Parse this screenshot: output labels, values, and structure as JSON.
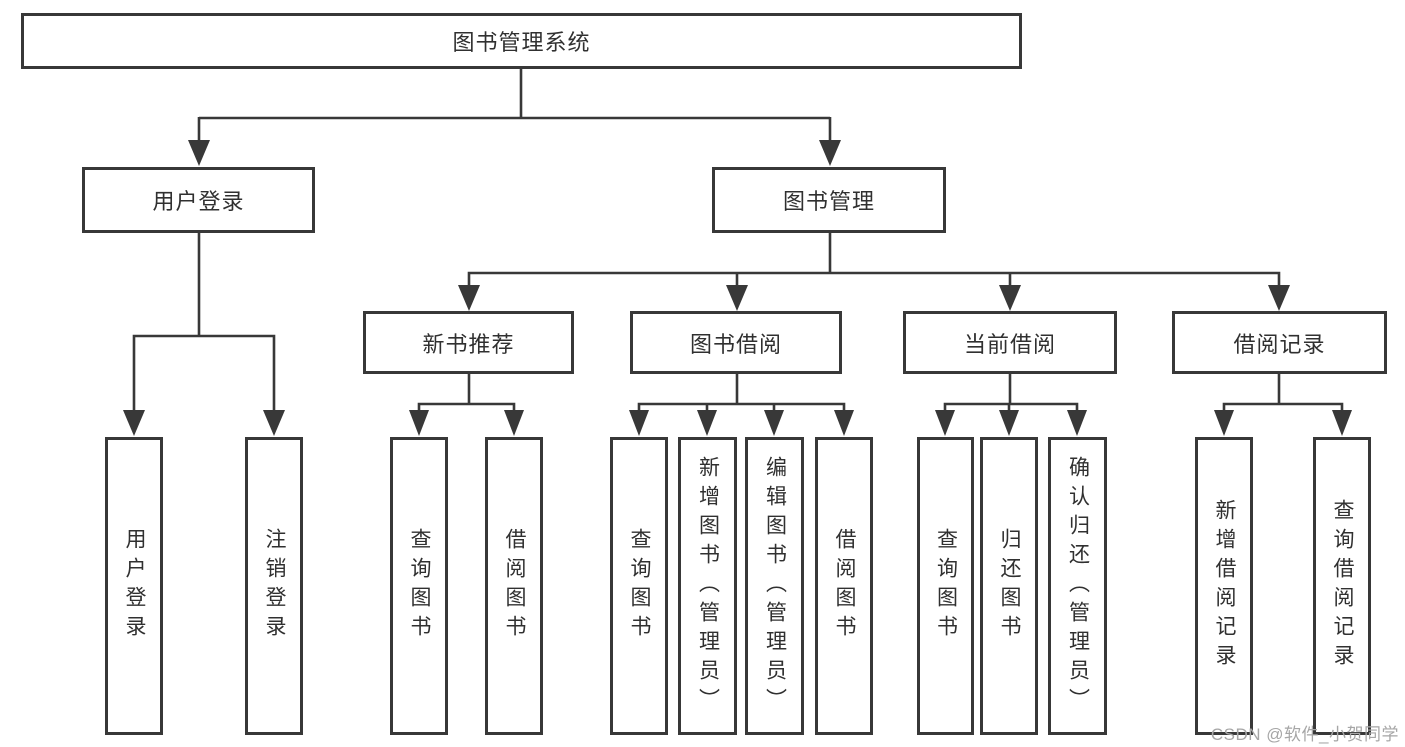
{
  "tree": {
    "root": {
      "label": "图书管理系统"
    },
    "branches": [
      {
        "label": "用户登录",
        "children": [
          {
            "label": "用户登录"
          },
          {
            "label": "注销登录"
          }
        ]
      },
      {
        "label": "图书管理",
        "children": [
          {
            "label": "新书推荐",
            "children": [
              {
                "label": "查询图书"
              },
              {
                "label": "借阅图书"
              }
            ]
          },
          {
            "label": "图书借阅",
            "children": [
              {
                "label": "查询图书"
              },
              {
                "label": "新增图书（管理员）"
              },
              {
                "label": "编辑图书（管理员）"
              },
              {
                "label": "借阅图书"
              }
            ]
          },
          {
            "label": "当前借阅",
            "children": [
              {
                "label": "查询图书"
              },
              {
                "label": "归还图书"
              },
              {
                "label": "确认归还（管理员）"
              }
            ]
          },
          {
            "label": "借阅记录",
            "children": [
              {
                "label": "新增借阅记录"
              },
              {
                "label": "查询借阅记录"
              }
            ]
          }
        ]
      }
    ]
  },
  "watermark": "CSDN @软件_小贺同学",
  "colors": {
    "line": "#383838",
    "text": "#303030",
    "watermark": "#a6a6a6",
    "background": "#ffffff"
  }
}
